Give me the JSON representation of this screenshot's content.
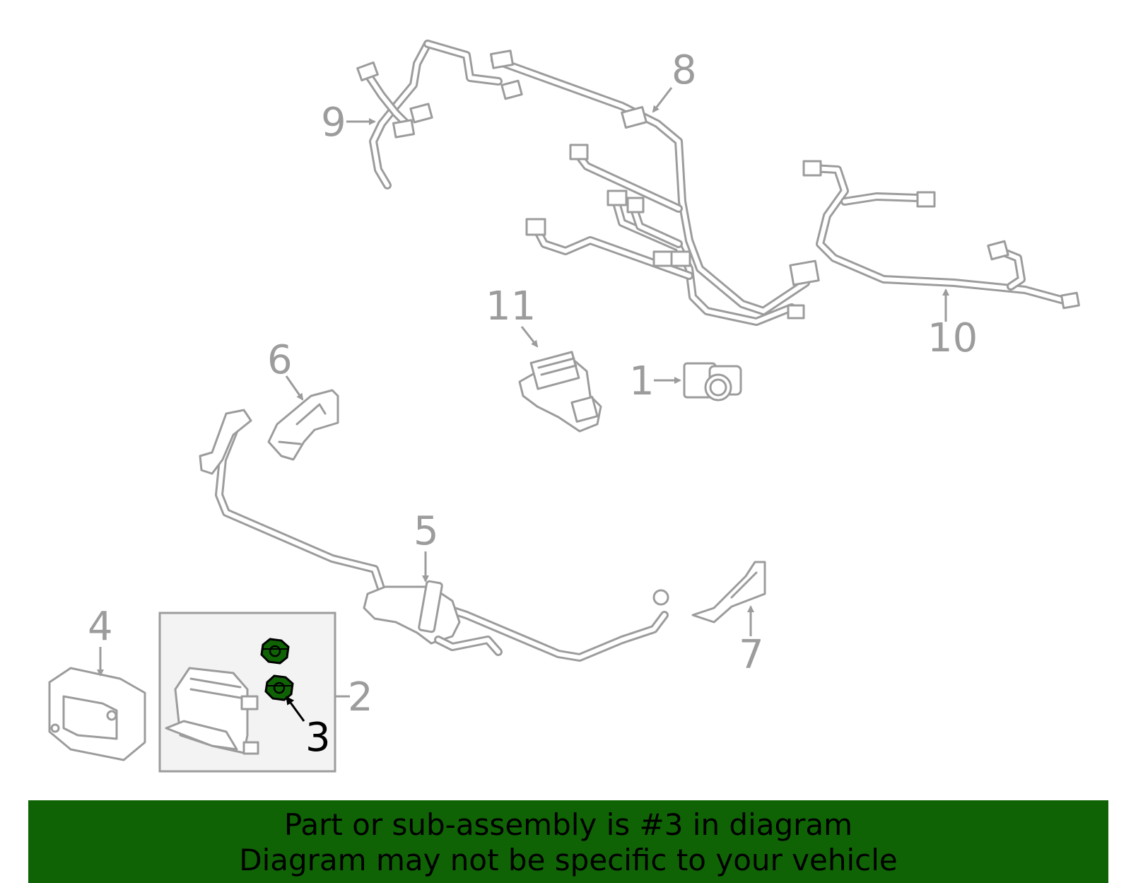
{
  "callouts": {
    "c1": "1",
    "c2": "2",
    "c3": "3",
    "c4": "4",
    "c5": "5",
    "c6": "6",
    "c7": "7",
    "c8": "8",
    "c9": "9",
    "c10": "10",
    "c11": "11"
  },
  "highlighted_part": "3",
  "colors": {
    "line": "#9c9c9c",
    "highlight": "#0f6305",
    "banner_bg": "#0f6305",
    "banner_text": "#000000"
  },
  "banner": {
    "line1": "Part or sub-assembly is #3 in diagram",
    "line2": "Diagram may not be specific to your vehicle"
  }
}
